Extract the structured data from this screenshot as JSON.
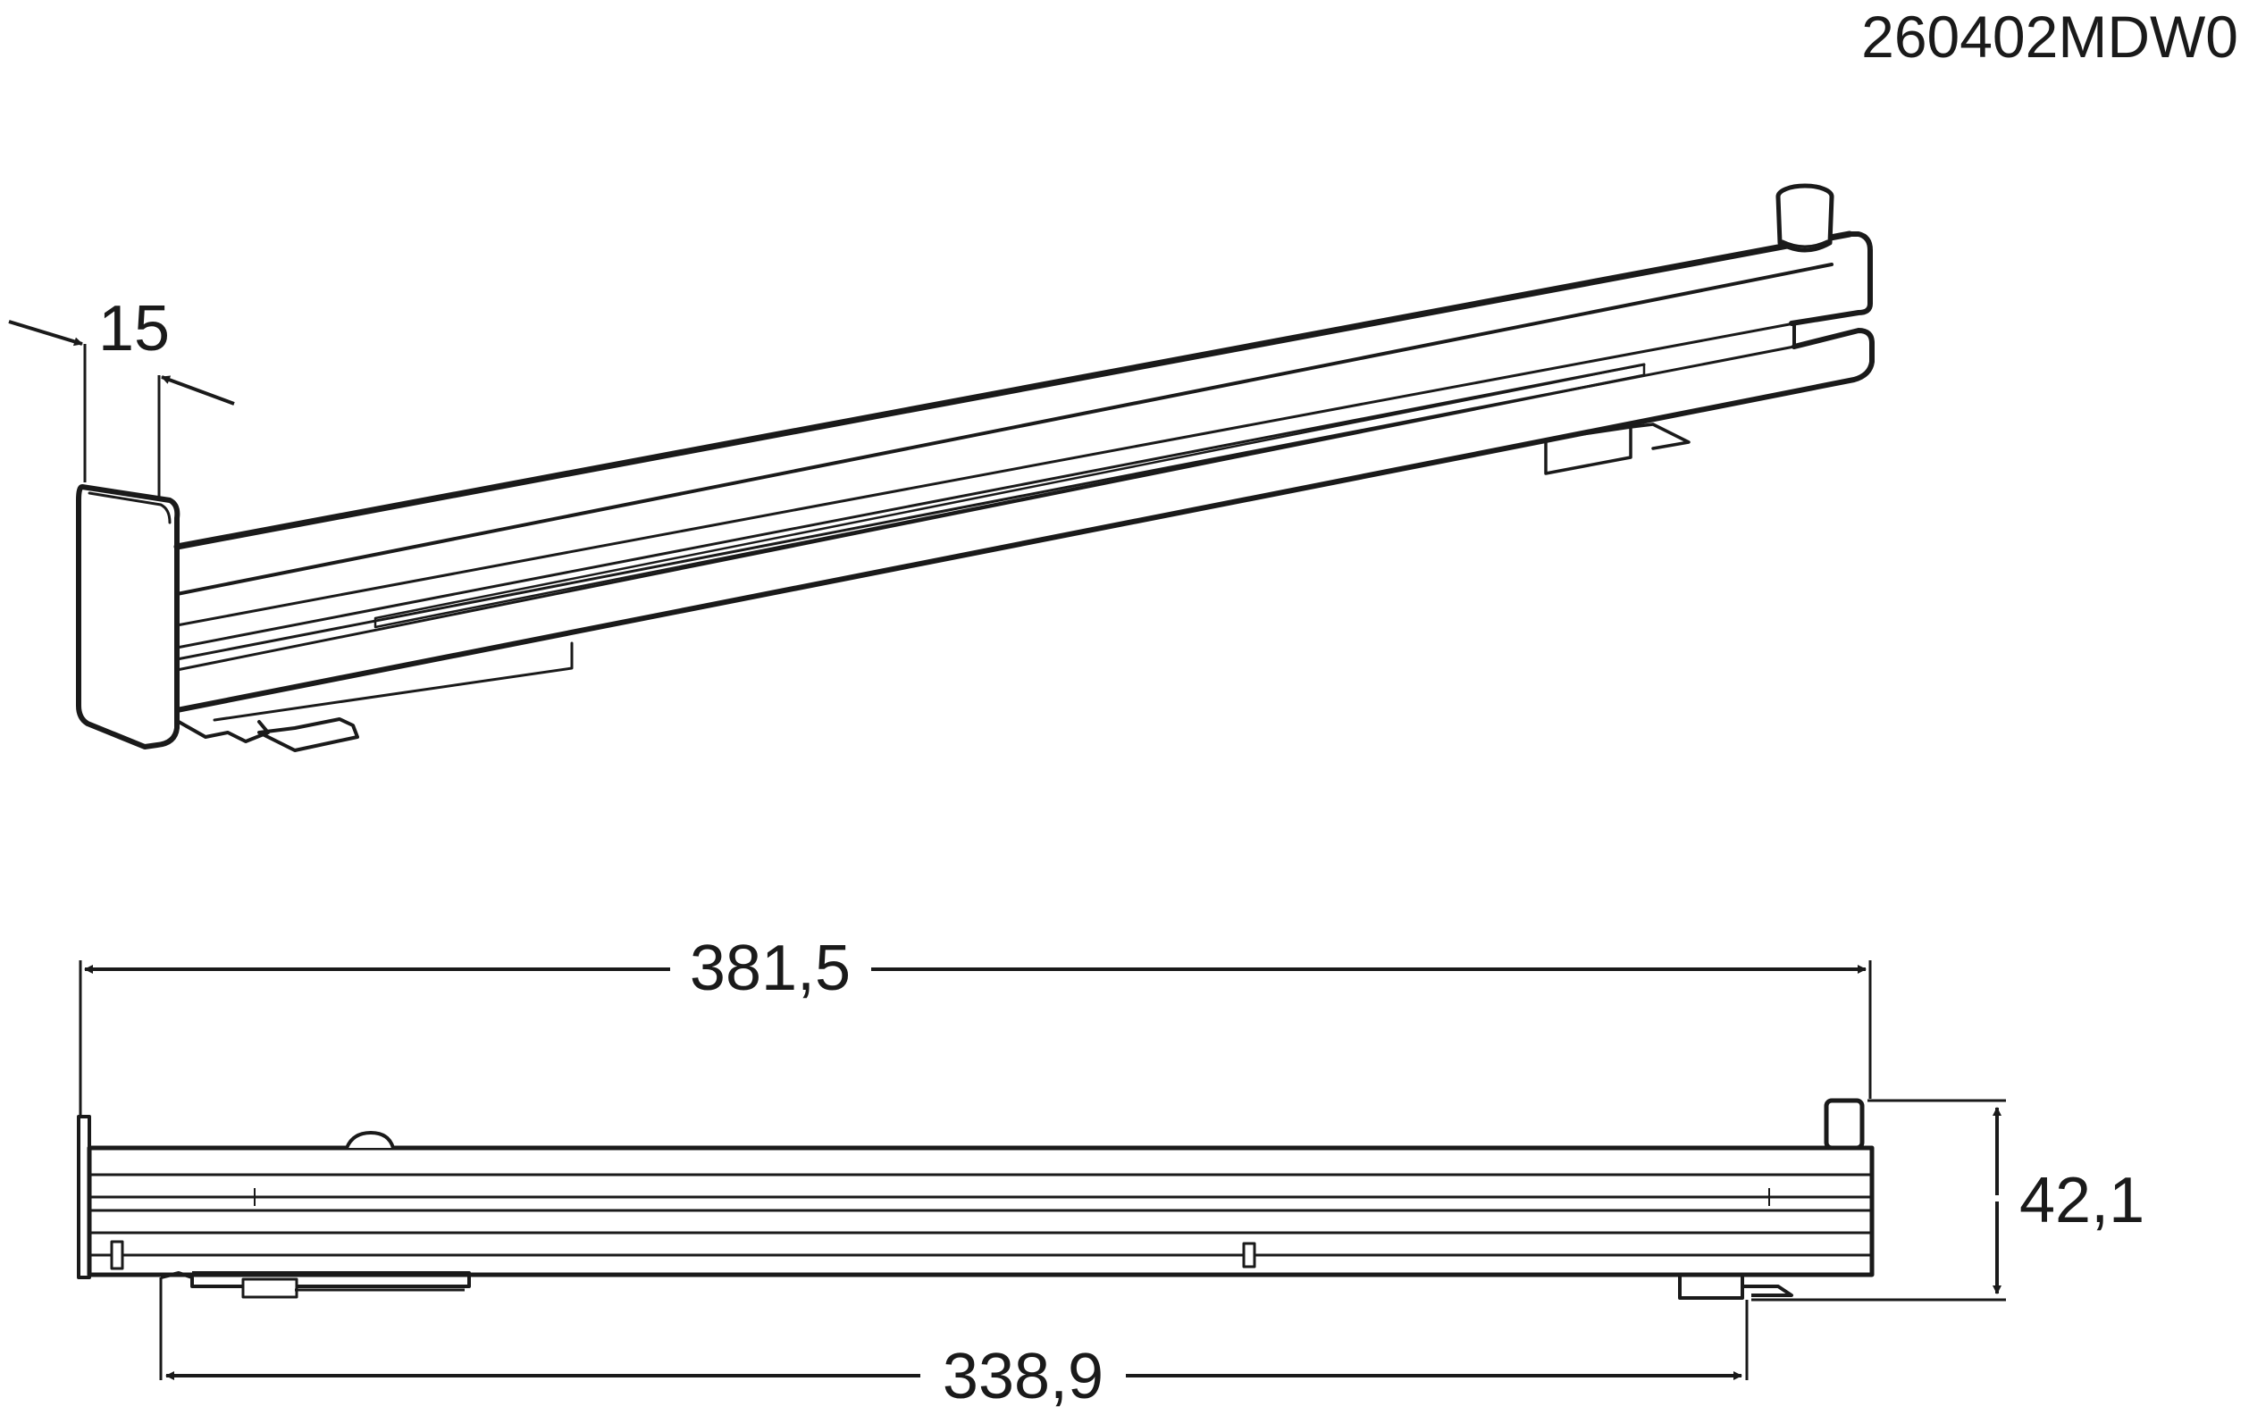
{
  "drawing_code": "260402MDW0",
  "dimensions": {
    "overall_length": "381,5",
    "rail_length": "338,9",
    "height": "42,1",
    "end_cap_width": "15"
  },
  "colors": {
    "line": "#1a1a1a",
    "background": "#ffffff"
  }
}
